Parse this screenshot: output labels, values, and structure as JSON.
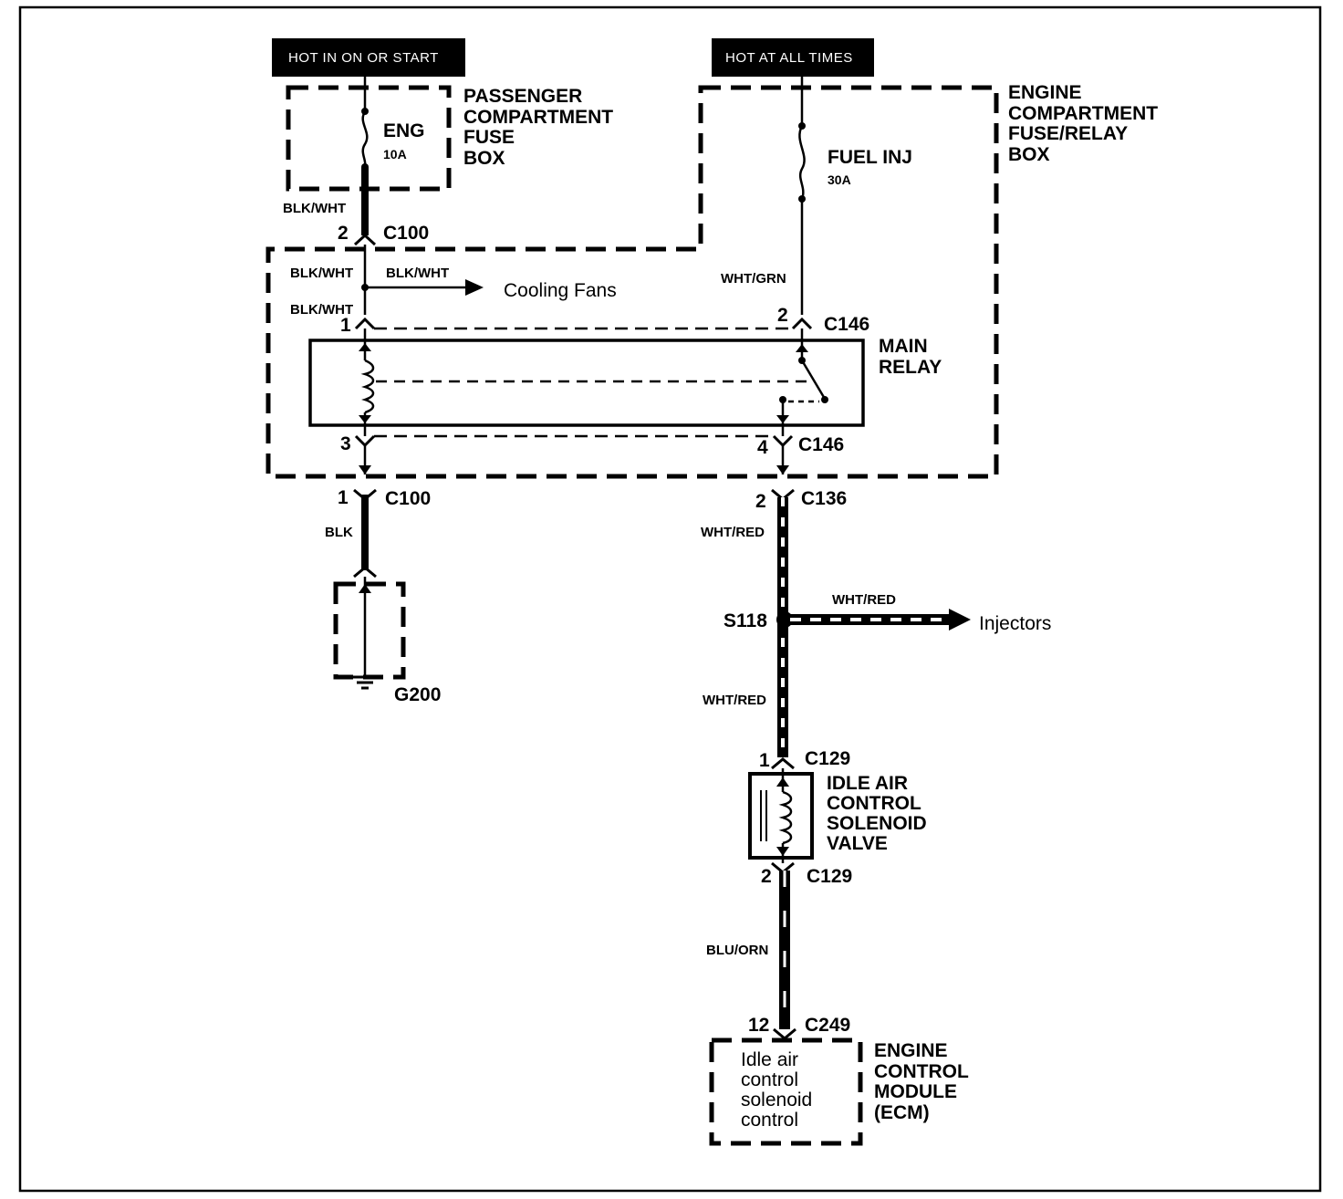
{
  "power_sources": {
    "hot_in_on_or_start": "HOT IN ON OR START",
    "hot_at_all_times": "HOT AT ALL TIMES"
  },
  "passenger_fuse_box": {
    "title_lines": [
      "PASSENGER",
      "COMPARTMENT",
      "FUSE",
      "BOX"
    ],
    "fuse_name": "ENG",
    "fuse_rating": "10A"
  },
  "engine_fuse_relay_box": {
    "title_lines": [
      "ENGINE",
      "COMPARTMENT",
      "FUSE/RELAY",
      "BOX"
    ],
    "fuse_name": "FUEL INJ",
    "fuse_rating": "30A"
  },
  "main_relay": {
    "title_lines": [
      "MAIN",
      "RELAY"
    ]
  },
  "connectors": {
    "c100_top": {
      "pin": "2",
      "name": "C100"
    },
    "c146_top_left": {
      "pin": "1"
    },
    "c146_top_right": {
      "pin": "2",
      "name": "C146"
    },
    "c146_bottom_left": {
      "pin": "3"
    },
    "c146_bottom_right": {
      "pin": "4",
      "name": "C146"
    },
    "c100_bottom": {
      "pin": "1",
      "name": "C100"
    },
    "c136": {
      "pin": "2",
      "name": "C136"
    },
    "c129_top": {
      "pin": "1",
      "name": "C129"
    },
    "c129_bottom": {
      "pin": "2",
      "name": "C129"
    },
    "c249": {
      "pin": "12",
      "name": "C249"
    }
  },
  "wires": {
    "blk_wht_1": "BLK/WHT",
    "blk_wht_2": "BLK/WHT",
    "blk_wht_3": "BLK/WHT",
    "blk_wht_4": "BLK/WHT",
    "wht_grn": "WHT/GRN",
    "blk": "BLK",
    "wht_red_1": "WHT/RED",
    "wht_red_2": "WHT/RED",
    "wht_red_3": "WHT/RED",
    "blu_orn": "BLU/ORN"
  },
  "branches": {
    "cooling_fans": "Cooling Fans",
    "injectors": "Injectors"
  },
  "splice": "S118",
  "ground": "G200",
  "iac_valve": {
    "title_lines": [
      "IDLE AIR",
      "CONTROL",
      "SOLENOID",
      "VALVE"
    ]
  },
  "ecm": {
    "title_lines": [
      "ENGINE",
      "CONTROL",
      "MODULE",
      "(ECM)"
    ],
    "function_lines": [
      "Idle air",
      "control",
      "solenoid",
      "control"
    ]
  }
}
